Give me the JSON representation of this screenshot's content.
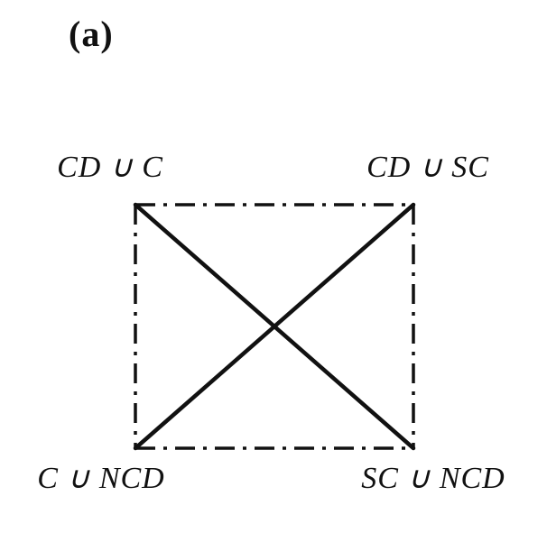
{
  "figure": {
    "panel_label": "(a)",
    "corners": {
      "top_left": "CD ∪ C",
      "top_right": "CD ∪ SC",
      "bottom_left": "C ∪ NCD",
      "bottom_right": "SC ∪ NCD"
    },
    "edges": {
      "square_style": "dash-dot",
      "diagonal_style": "solid"
    },
    "colors": {
      "line": "#111111",
      "background": "#ffffff"
    }
  }
}
